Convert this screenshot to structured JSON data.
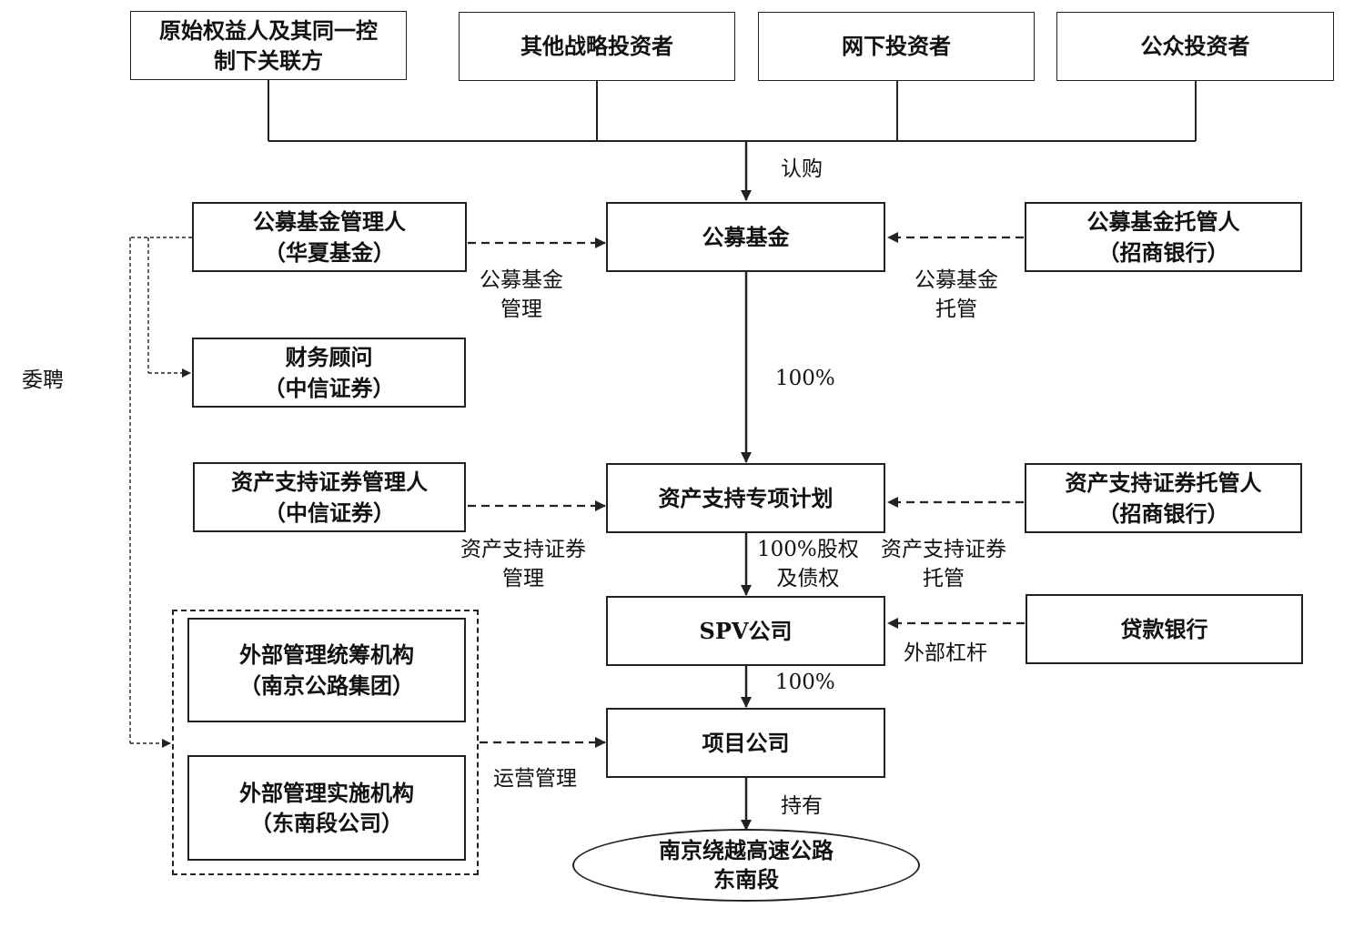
{
  "investors": {
    "original_owner": [
      "原始权益人及其同一控",
      "制下关联方"
    ],
    "strategic": "其他战略投资者",
    "offline": "网下投资者",
    "public": "公众投资者"
  },
  "subscribe_label": "认购",
  "public_fund": {
    "title": "公募基金",
    "manager": [
      "公募基金管理人",
      "（华夏基金）"
    ],
    "manager_label": [
      "公募基金",
      "管理"
    ],
    "custodian": [
      "公募基金托管人",
      "（招商银行）"
    ],
    "custodian_label": [
      "公募基金",
      "托管"
    ],
    "ownership": "100%"
  },
  "financial_advisor": [
    "财务顾问",
    "（中信证券）"
  ],
  "appoint_label": "委聘",
  "abs_plan": {
    "title": "资产支持专项计划",
    "manager": [
      "资产支持证券管理人",
      "（中信证券）"
    ],
    "manager_label": [
      "资产支持证券",
      "管理"
    ],
    "custodian": [
      "资产支持证券托管人",
      "（招商银行）"
    ],
    "custodian_label": [
      "资产支持证券",
      "托管"
    ],
    "ownership": [
      "100%股权",
      "及债权"
    ]
  },
  "spv": {
    "title": "SPV公司",
    "lender": "贷款银行",
    "lender_label": "外部杠杆",
    "ownership": "100%"
  },
  "project_company": {
    "title": "项目公司",
    "ops_label": "运营管理",
    "hold_label": "持有"
  },
  "external_mgmt": {
    "coordinator": [
      "外部管理统筹机构",
      "（南京公路集团）"
    ],
    "implementer": [
      "外部管理实施机构",
      "（东南段公司）"
    ]
  },
  "asset": [
    "南京绕越高速公路",
    "东南段"
  ]
}
